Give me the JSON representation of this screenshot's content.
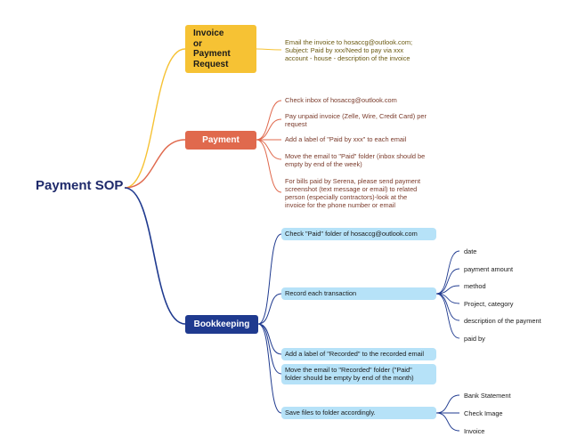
{
  "title": "Payment SOP",
  "colors": {
    "root": "#1f2a6b",
    "invoice": "#f6c234",
    "payment": "#e0694d",
    "bookkeeping": "#1f3a8f",
    "pill": "#b6e2f8"
  },
  "branches": {
    "invoice": {
      "label": "Invoice\nor\nPayment\nRequest",
      "items": [
        "Email the invoice to hosaccg@outlook.com;\nSubject: Paid by xxx/Need to pay via xxx\naccount - house - description of the invoice"
      ]
    },
    "payment": {
      "label": "Payment",
      "items": [
        "Check inbox of hosaccg@outlook.com",
        "Pay unpaid invoice (Zelle, Wire, Credit Card) per\nrequest",
        "Add a label of \"Paid by xxx\" to each email",
        "Move the email to \"Paid\" folder (inbox should be\nempty by end of the week)",
        "For bills paid by Serena, please send payment\nscreenshot (text message or email) to related\nperson (especially contractors)-look at the\ninvoice for the phone number or email"
      ]
    },
    "bookkeeping": {
      "label": "Bookkeeping",
      "items": [
        "Check \"Paid\" folder of hosaccg@outlook.com",
        "Record each transaction",
        "Add a label of \"Recorded\" to the recorded email",
        "Move the email to \"Recorded\" folder (\"Paid\"\nfolder should be empty by end of the month)",
        "Save files to folder accordingly."
      ],
      "record_fields": [
        "date",
        "payment amount",
        "method",
        "Project, category",
        "description of the payment",
        "paid by"
      ],
      "save_targets": [
        "Bank Statement",
        "Check Image",
        "Invoice"
      ]
    }
  }
}
